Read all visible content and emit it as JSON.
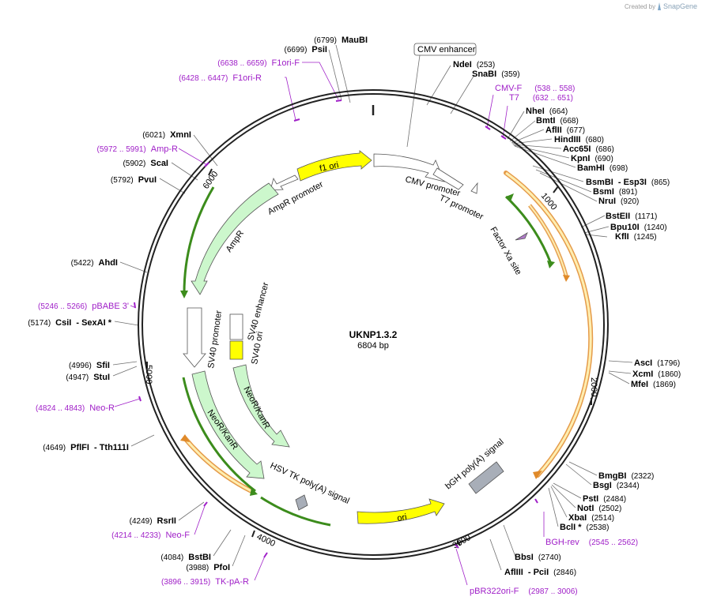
{
  "credit": {
    "prefix": "Created by",
    "brand": "SnapGene"
  },
  "plasmid": {
    "name": "UKNP1.3.2",
    "size": "6804 bp"
  },
  "ticks": [
    "1000",
    "2000",
    "3000",
    "4000",
    "5000",
    "6000"
  ],
  "features": [
    {
      "id": "f1-ori",
      "label": "f1 ori"
    },
    {
      "id": "cmv-promoter",
      "label": "CMV promoter"
    },
    {
      "id": "t7-promoter",
      "label": "T7 promoter"
    },
    {
      "id": "factor-xa",
      "label": "Factor Xa site"
    },
    {
      "id": "ampr-promoter",
      "label": "AmpR promoter"
    },
    {
      "id": "ampr",
      "label": "AmpR"
    },
    {
      "id": "sv40-promoter",
      "label": "SV40 promoter"
    },
    {
      "id": "sv40-enhancer",
      "label": "SV40 enhancer"
    },
    {
      "id": "sv40-ori",
      "label": "SV40 ori"
    },
    {
      "id": "neor-inner",
      "label": "NeoR/KanR"
    },
    {
      "id": "neor-outer",
      "label": "NeoR/KanR"
    },
    {
      "id": "hsv-tk",
      "label": "HSV TK poly(A) signal"
    },
    {
      "id": "ori",
      "label": "ori"
    },
    {
      "id": "bgh",
      "label": "bGH poly(A) signal"
    },
    {
      "id": "cmv-enhancer",
      "label": "CMV enhancer"
    }
  ],
  "sites": [
    {
      "num": "(6799)",
      "name": "MauBI"
    },
    {
      "num": "(6699)",
      "name": "PsiI"
    },
    {
      "num": "(6021)",
      "name": "XmnI"
    },
    {
      "num": "(5902)",
      "name": "ScaI"
    },
    {
      "num": "(5792)",
      "name": "PvuI"
    },
    {
      "num": "(5422)",
      "name": "AhdI"
    },
    {
      "num": "(5174)",
      "name": "CsiI",
      "extra": "- SexAI *"
    },
    {
      "num": "(4996)",
      "name": "SfiI"
    },
    {
      "num": "(4947)",
      "name": "StuI"
    },
    {
      "num": "(4649)",
      "name": "PflFI",
      "extra": "- Tth111I"
    },
    {
      "num": "(4249)",
      "name": "RsrII"
    },
    {
      "num": "(4084)",
      "name": "BstBI"
    },
    {
      "num": "(3988)",
      "name": "PfoI"
    },
    {
      "name": "NdeI",
      "num": "(253)"
    },
    {
      "name": "SnaBI",
      "num": "(359)"
    },
    {
      "name": "NheI",
      "num": "(664)"
    },
    {
      "name": "BmtI",
      "num": "(668)"
    },
    {
      "name": "AflII",
      "num": "(677)"
    },
    {
      "name": "HindIII",
      "num": "(680)"
    },
    {
      "name": "Acc65I",
      "num": "(686)"
    },
    {
      "name": "KpnI",
      "num": "(690)"
    },
    {
      "name": "BamHI",
      "num": "(698)"
    },
    {
      "name": "BsmBI",
      "extra": "- Esp3I",
      "num": "(865)"
    },
    {
      "name": "BsmI",
      "num": "(891)"
    },
    {
      "name": "NruI",
      "num": "(920)"
    },
    {
      "name": "BstEII",
      "num": "(1171)"
    },
    {
      "name": "Bpu10I",
      "num": "(1240)"
    },
    {
      "name": "KflI",
      "num": "(1245)"
    },
    {
      "name": "AscI",
      "num": "(1796)"
    },
    {
      "name": "XcmI",
      "num": "(1860)"
    },
    {
      "name": "MfeI",
      "num": "(1869)"
    },
    {
      "name": "BmgBI",
      "num": "(2322)"
    },
    {
      "name": "BsgI",
      "num": "(2344)"
    },
    {
      "name": "PstI",
      "num": "(2484)"
    },
    {
      "name": "NotI",
      "num": "(2502)"
    },
    {
      "name": "XbaI",
      "num": "(2514)"
    },
    {
      "name": "BclI *",
      "num": "(2538)"
    },
    {
      "name": "BbsI",
      "num": "(2740)"
    },
    {
      "name": "AflIII",
      "extra": "- PciI",
      "num": "(2846)"
    }
  ],
  "primers": [
    {
      "range": "(6638 .. 6659)",
      "name": "F1ori-F"
    },
    {
      "range": "(6428 .. 6447)",
      "name": "F1ori-R"
    },
    {
      "range": "(5972 .. 5991)",
      "name": "Amp-R"
    },
    {
      "range": "(5246 .. 5266)",
      "name": "pBABE 3'"
    },
    {
      "range": "(4824 .. 4843)",
      "name": "Neo-R"
    },
    {
      "range": "(4214 .. 4233)",
      "name": "Neo-F"
    },
    {
      "range": "(3896 .. 3915)",
      "name": "TK-pA-R"
    },
    {
      "name": "CMV-F",
      "range": "(538 .. 558)"
    },
    {
      "name": "T7",
      "range": "(632 .. 651)"
    },
    {
      "name": "BGH-rev",
      "range": "(2545 .. 2562)"
    },
    {
      "name": "pBR322ori-F",
      "range": "(2987 .. 3006)"
    }
  ],
  "colors": {
    "backbone": "#222222",
    "promoter_fill": "#ffffff",
    "resistance_fill": "#ccf7cc",
    "origin_fill": "#ffff00",
    "polyA_fill": "#a8aeb8",
    "orf_fill": "#ffeeb0",
    "orf_stroke": "#e08a2a",
    "orf_line": "#d9881e",
    "green_line": "#3c8c1c",
    "primer": "#a020c8"
  }
}
